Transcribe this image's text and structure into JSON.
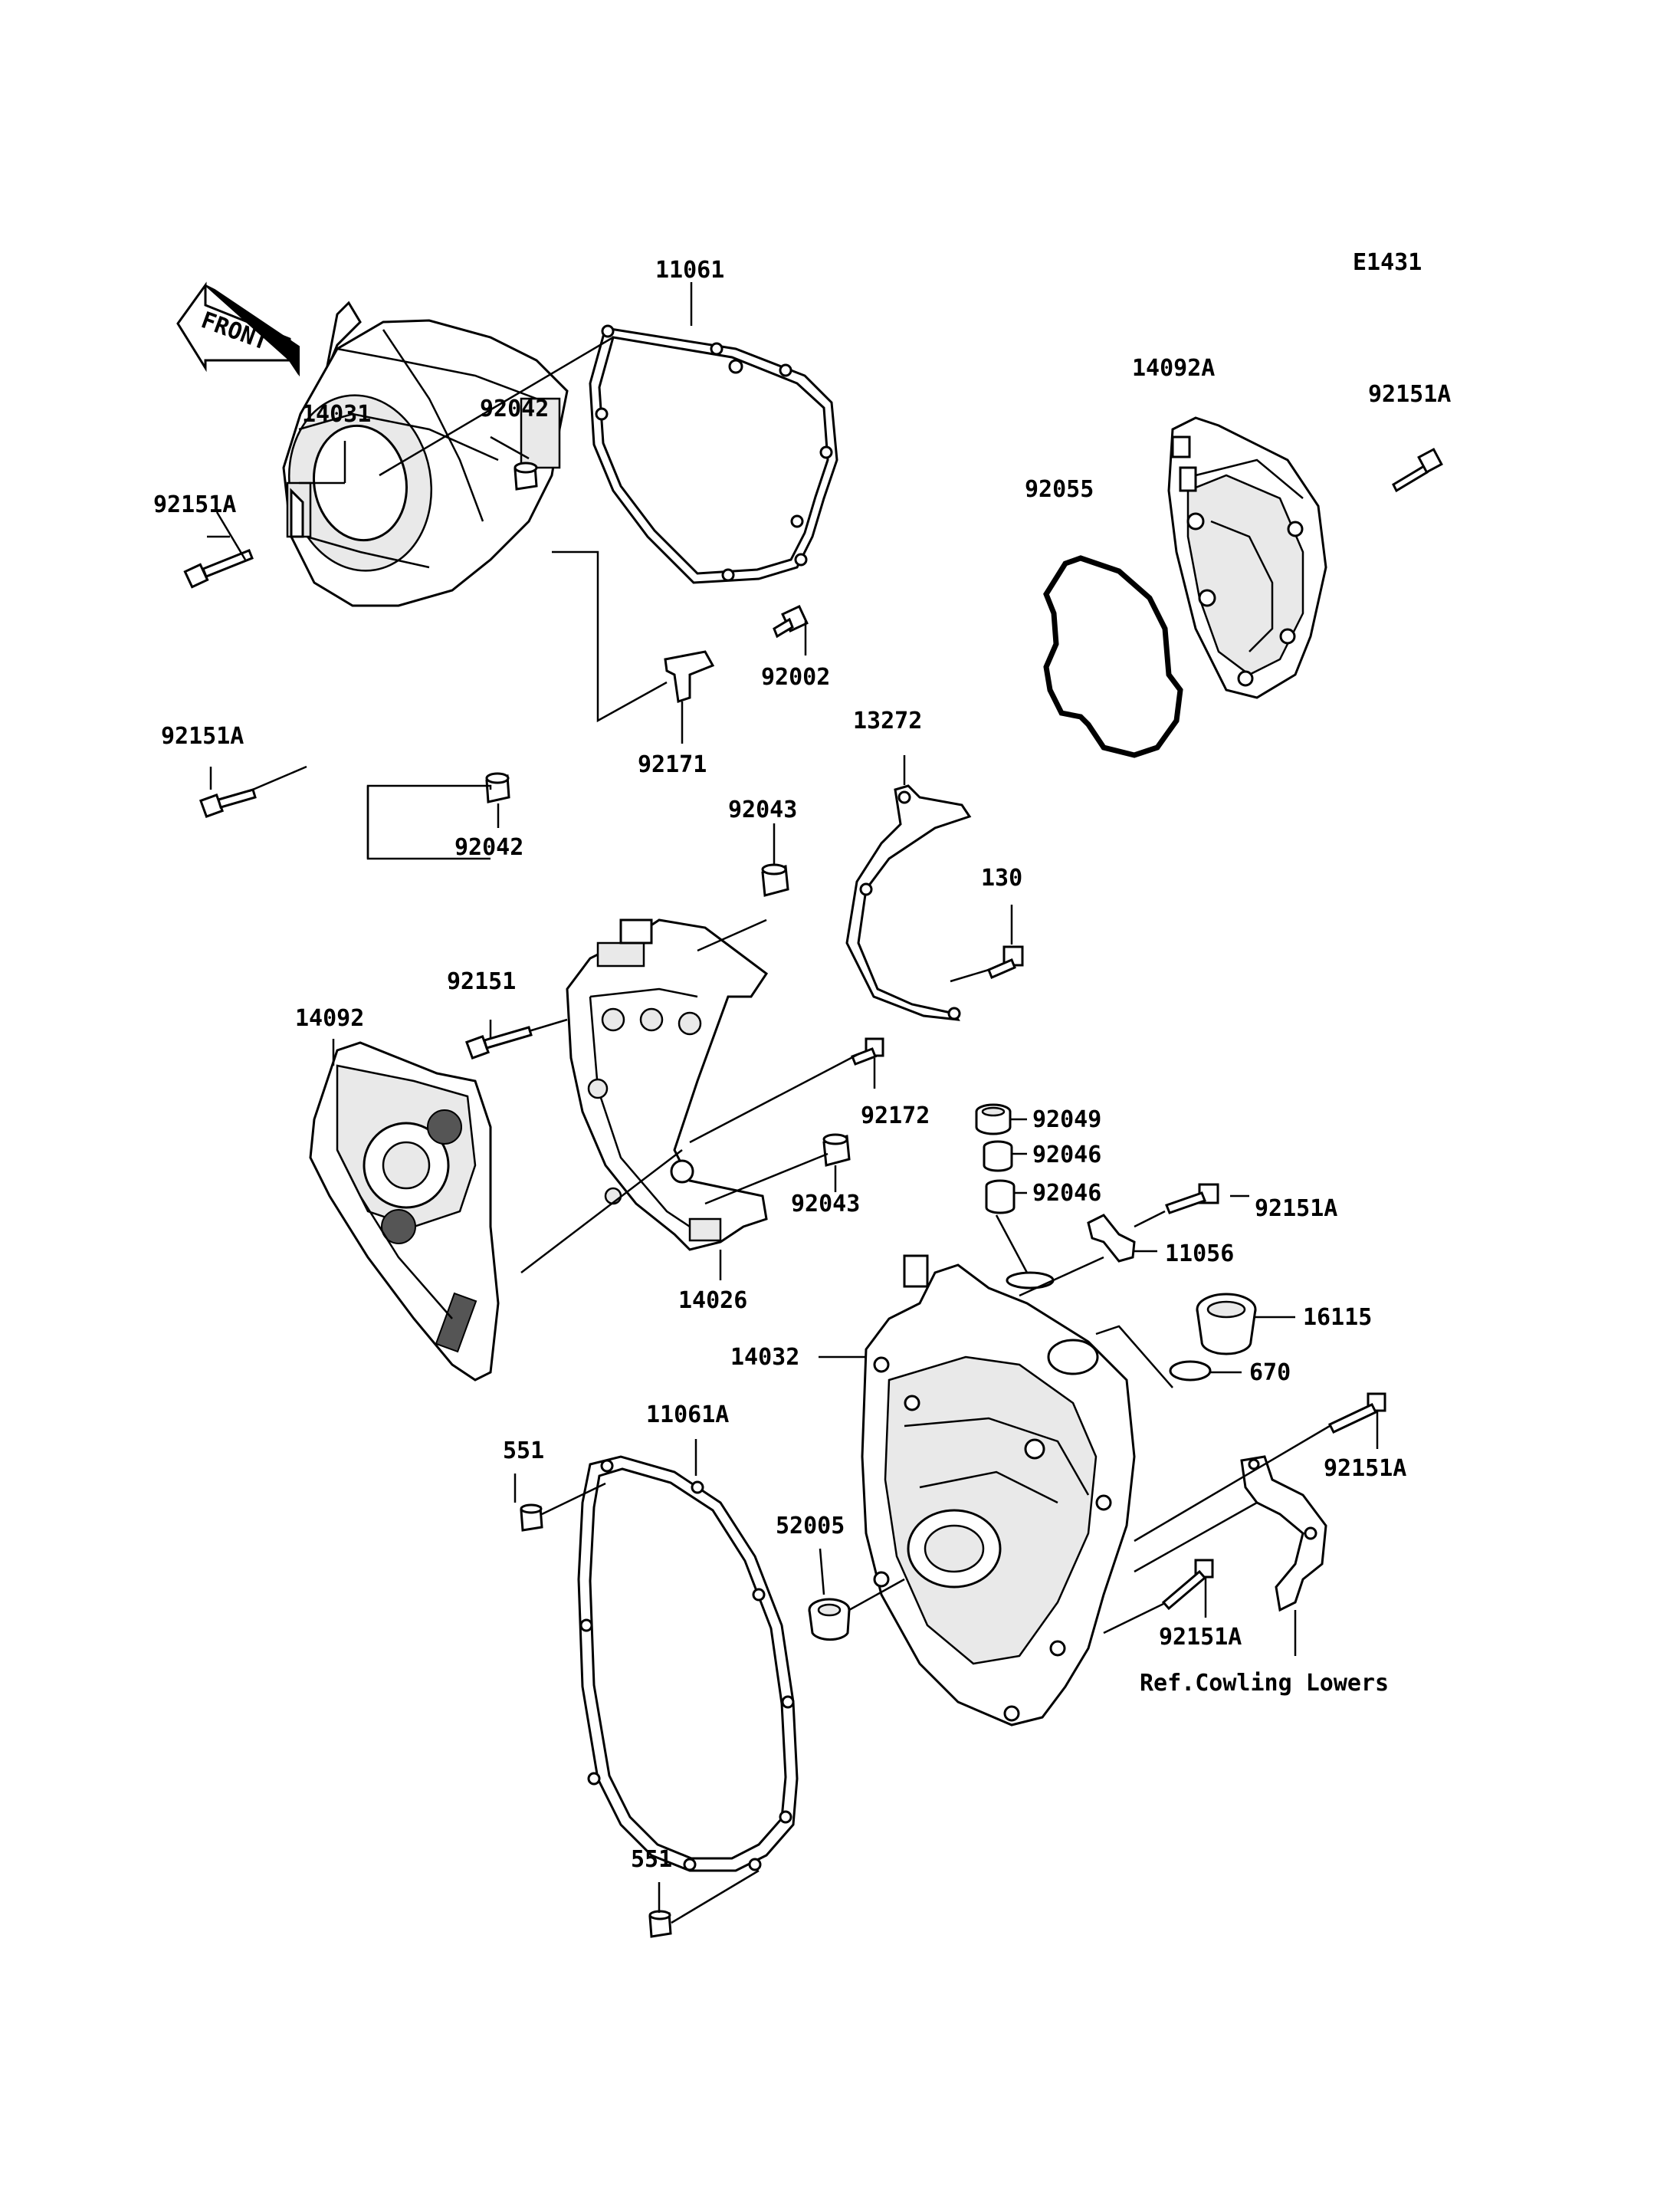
{
  "diagram_code": "E1431",
  "front_arrow_label": "FRONT",
  "reference_note": "Ref.Cowling Lowers",
  "labels": {
    "p11061": "11061",
    "p14092A": "14092A",
    "p92151A_tr": "92151A",
    "p14031": "14031",
    "p92042_top": "92042",
    "p92151A_l1": "92151A",
    "p92055": "92055",
    "p92002": "92002",
    "p92151A_l2": "92151A",
    "p92171": "92171",
    "p13272": "13272",
    "p92042_bot": "92042",
    "p92043_top": "92043",
    "p130": "130",
    "p92151": "92151",
    "p14092": "14092",
    "p92172": "92172",
    "p92049": "92049",
    "p92046_a": "92046",
    "p92043_bot": "92043",
    "p92046_b": "92046",
    "p92151A_r1": "92151A",
    "p11056": "11056",
    "p14026": "14026",
    "p16115": "16115",
    "p14032": "14032",
    "p670": "670",
    "p11061A": "11061A",
    "p551_top": "551",
    "p92151A_r2": "92151A",
    "p52005": "52005",
    "p92151A_r3": "92151A",
    "p551_bot": "551"
  }
}
